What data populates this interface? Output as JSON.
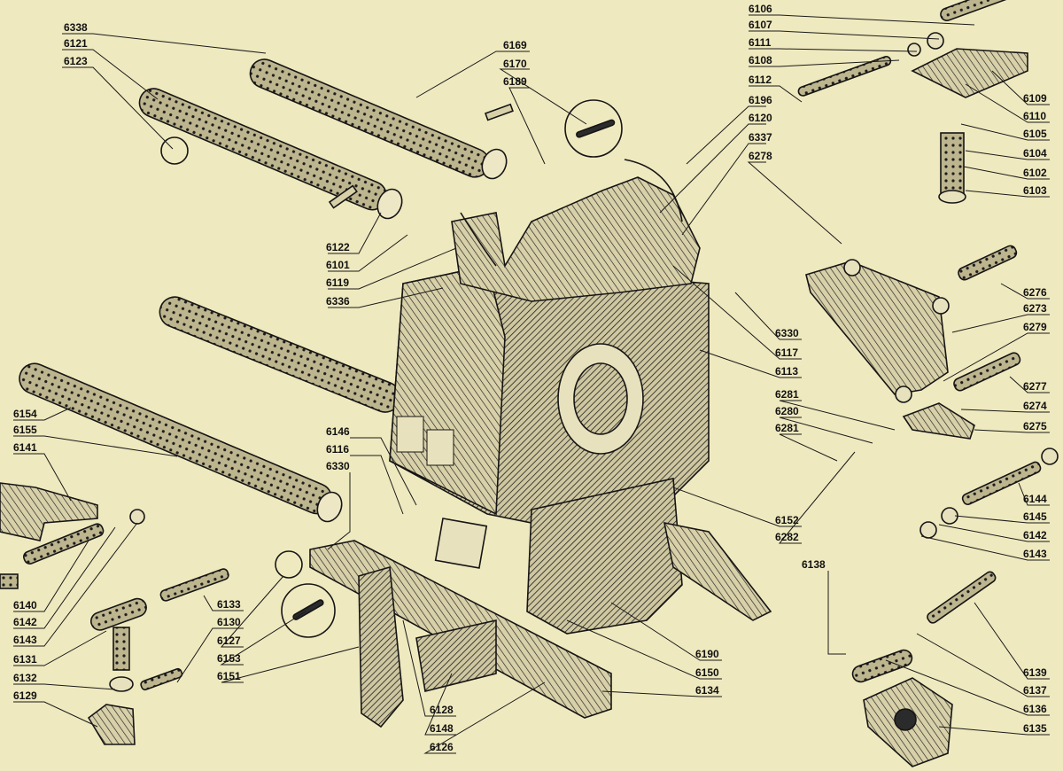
{
  "diagram": {
    "colors": {
      "paper": "#efe9bf",
      "ink": "#151515",
      "part_fill": "#c9c09a"
    },
    "labels": [
      "6338",
      "6121",
      "6123",
      "6169",
      "6170",
      "6189",
      "6196",
      "6120",
      "6337",
      "6278",
      "6106",
      "6107",
      "6111",
      "6108",
      "6112",
      "6109",
      "6110",
      "6105",
      "6104",
      "6102",
      "6103",
      "6122",
      "6101",
      "6119",
      "6336",
      "6330",
      "6117",
      "6113",
      "6276",
      "6273",
      "6279",
      "6277",
      "6274",
      "6275",
      "6281",
      "6280",
      "6281",
      "6282",
      "6152",
      "6154",
      "6155",
      "6141",
      "6146",
      "6116",
      "6330",
      "6140",
      "6142",
      "6143",
      "6131",
      "6132",
      "6129",
      "6133",
      "6130",
      "6127",
      "6153",
      "6151",
      "6128",
      "6148",
      "6126",
      "6190",
      "6150",
      "6134",
      "6138",
      "6144",
      "6145",
      "6142",
      "6143",
      "6139",
      "6137",
      "6136",
      "6135"
    ]
  }
}
